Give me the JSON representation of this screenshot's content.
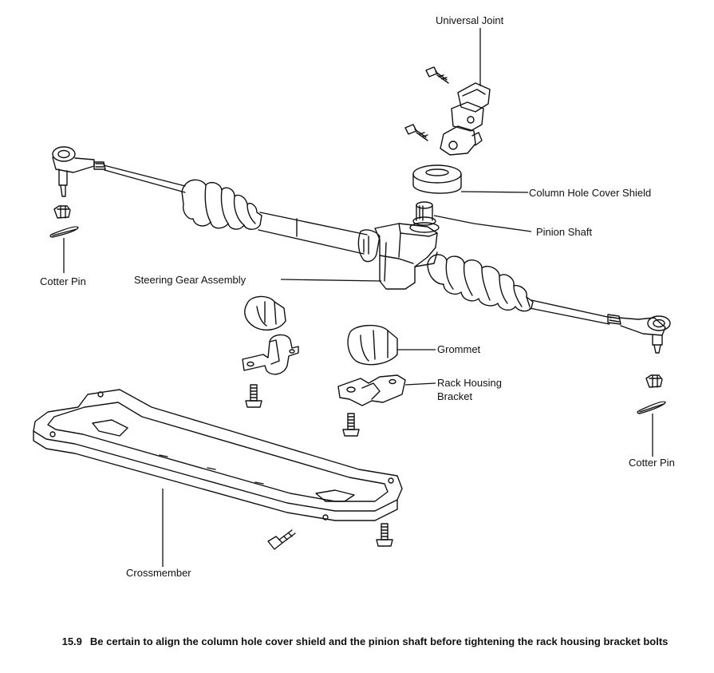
{
  "labels": {
    "universal_joint": "Universal Joint",
    "column_hole_cover_shield": "Column Hole Cover Shield",
    "pinion_shaft": "Pinion Shaft",
    "steering_gear_assembly": "Steering Gear Assembly",
    "cotter_pin_left": "Cotter Pin",
    "cotter_pin_right": "Cotter Pin",
    "grommet": "Grommet",
    "rack_housing_bracket_line1": "Rack Housing",
    "rack_housing_bracket_line2": "Bracket",
    "crossmember": "Crossmember"
  },
  "caption": {
    "number": "15.9",
    "text": "Be certain to align the column hole cover shield and the pinion shaft before tightening the rack housing bracket bolts"
  }
}
